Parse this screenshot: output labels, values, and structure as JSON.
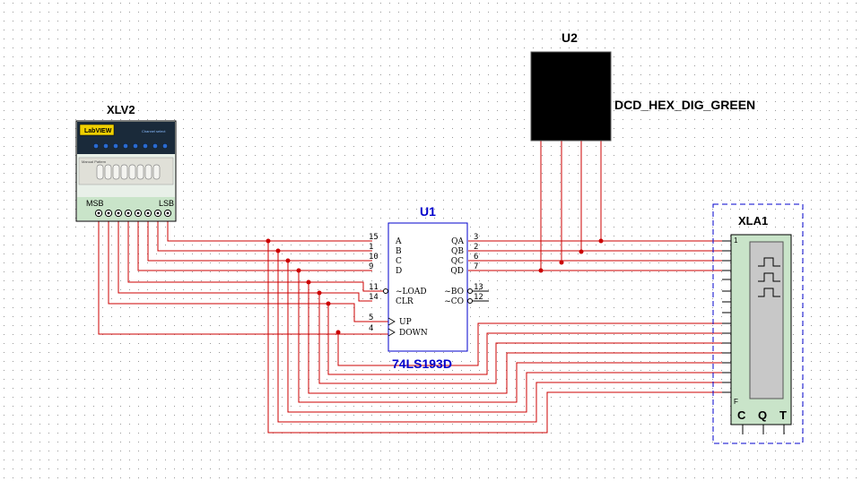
{
  "colors": {
    "wire": "#cc0000",
    "ic_outline": "#0000cc",
    "ref_label": "#0000cc",
    "text": "#000000",
    "grid_dot": "#999999",
    "analyzer_body": "#c9e4c9",
    "analyzer_screen": "#c8c8c8",
    "display_body": "#000000"
  },
  "xlv2": {
    "ref": "XLV2",
    "logo": "LabVIEW",
    "panel_title": "Channel select",
    "digits_label": "Manual Pattern",
    "msb_label": "MSB",
    "lsb_label": "LSB"
  },
  "u2": {
    "ref": "U2",
    "part": "DCD_HEX_DIG_GREEN"
  },
  "u1": {
    "ref": "U1",
    "part": "74LS193D",
    "left_pins": [
      {
        "num": "15",
        "name": "A"
      },
      {
        "num": "1",
        "name": "B"
      },
      {
        "num": "10",
        "name": "C"
      },
      {
        "num": "9",
        "name": "D"
      },
      {
        "num": "11",
        "name": "~LOAD"
      },
      {
        "num": "14",
        "name": "CLR"
      },
      {
        "num": "5",
        "name": "UP"
      },
      {
        "num": "4",
        "name": "DOWN"
      }
    ],
    "right_pins": [
      {
        "num": "3",
        "name": "QA"
      },
      {
        "num": "2",
        "name": "QB"
      },
      {
        "num": "6",
        "name": "QC"
      },
      {
        "num": "7",
        "name": "QD"
      },
      {
        "num": "13",
        "name": "~BO"
      },
      {
        "num": "12",
        "name": "~CO"
      }
    ]
  },
  "xla1": {
    "ref": "XLA1",
    "first_channel": "1",
    "last_channel": "F",
    "bottom_pins": [
      "C",
      "Q",
      "T"
    ]
  }
}
